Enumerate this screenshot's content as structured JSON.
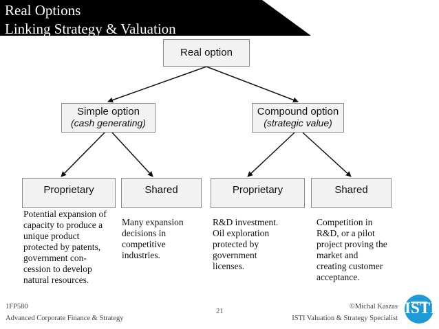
{
  "header": {
    "title_line1": "Real Options",
    "title_line2": "Linking Strategy & Valuation",
    "banner_color": "#000000"
  },
  "diagram": {
    "root": {
      "label": "Real option"
    },
    "simple": {
      "label": "Simple option",
      "sublabel": "(cash generating)"
    },
    "compound": {
      "label": "Compound option",
      "sublabel": "(strategic value)"
    },
    "leaves": [
      {
        "label": "Proprietary",
        "text": "Potential expansion of\ncapacity to produce a\nunique product\nprotected by patents,\ngovernment con-\ncession to develop\nnatural resources."
      },
      {
        "label": "Shared",
        "text": "Many expansion\ndecisions in\ncompetitive\nindustries."
      },
      {
        "label": "Proprietary",
        "text": "R&D investment.\nOil exploration\nprotected by\ngovernment\nlicenses."
      },
      {
        "label": "Shared",
        "text": "Competition in\nR&D,  or a pilot\nproject proving the\nmarket and\ncreating customer\nacceptance."
      }
    ]
  },
  "footer": {
    "course_code": "1FP580",
    "course_name": "Advanced Corporate Finance & Strategy",
    "page_number": "21",
    "author": "©Michal Kaszas",
    "author_title": "ISTI Valuation & Strategy Specialist",
    "logo_text": "ISTI",
    "logo_color": "#1e9ad6"
  }
}
